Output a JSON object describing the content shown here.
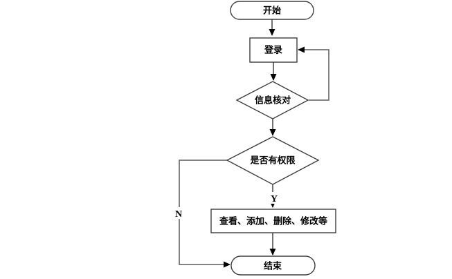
{
  "diagram": {
    "title": "login-permission-flowchart",
    "background_color": "#ffffff",
    "border_color": "#3d3d3d",
    "connector_color": "#262626",
    "loop_connector_color": "#595959",
    "text_color": "#000000",
    "nodes": {
      "start": {
        "label": "开始",
        "shape": "terminator"
      },
      "login": {
        "label": "登录",
        "shape": "process"
      },
      "verify": {
        "label": "信息核对",
        "shape": "decision"
      },
      "permission": {
        "label": "是否有权限",
        "shape": "decision"
      },
      "operations": {
        "label": "查看、添加、删除、修改等",
        "shape": "process"
      },
      "end": {
        "label": "结束",
        "shape": "terminator"
      }
    },
    "edges": {
      "yes_label": "Y",
      "no_label": "N"
    }
  }
}
